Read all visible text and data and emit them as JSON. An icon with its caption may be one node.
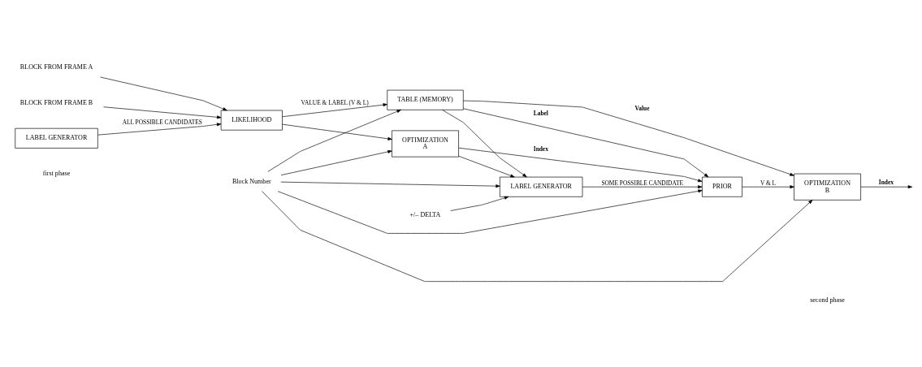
{
  "diagram": {
    "nodes": [
      {
        "text": [
          "BLOCK FROM FRAME A"
        ]
      },
      {
        "text": [
          "BLOCK FROM FRAME B"
        ]
      },
      {
        "text": [
          "LIKELIHOOD"
        ]
      },
      {
        "text": [
          "LABEL GENERATOR"
        ]
      },
      {
        "text": [
          "TABLE (MEMORY)"
        ]
      },
      {
        "text": [
          "OPTIMIZATION",
          "A"
        ]
      },
      {
        "text": [
          "PRIOR"
        ]
      },
      {
        "text": [
          "LABEL GENERATOR"
        ]
      },
      {
        "text": [
          "OPTIMIZATION",
          "B"
        ]
      },
      {
        "text": [
          "Block Number"
        ]
      },
      {
        "text": [
          "+/– DELTA"
        ]
      }
    ],
    "edges": [
      {
        "from": 0,
        "to": 2,
        "arrow": "to"
      },
      {
        "from": 1,
        "to": 2,
        "arrow": "to"
      },
      {
        "from": 3,
        "to": 2,
        "arrow": "to",
        "label": "ALL POSSIBLE CANDIDATES"
      },
      {
        "from": 2,
        "to": 4,
        "arrow": "to",
        "label": "VALUE & LABEL (V & L)"
      },
      {
        "from": 2,
        "to": 5,
        "arrow": "to"
      },
      {
        "from": 9,
        "to": 4,
        "arrow": "to"
      },
      {
        "from": 9,
        "to": 5,
        "arrow": "to"
      },
      {
        "from": 4,
        "to": 8,
        "arrow": "to",
        "label": "Value"
      },
      {
        "from": 4,
        "to": 6,
        "arrow": "to",
        "label": "Label"
      },
      {
        "from": 4,
        "to": 7,
        "arrow": "to"
      },
      {
        "from": 5,
        "to": 6,
        "arrow": "to",
        "label": "Index"
      },
      {
        "from": 5,
        "to": 7,
        "arrow": "to"
      },
      {
        "from": 9,
        "to": 6,
        "arrow": "to"
      },
      {
        "from": 9,
        "to": 7,
        "arrow": "to"
      },
      {
        "from": 10,
        "to": 7,
        "arrow": "to"
      },
      {
        "from": 7,
        "to": 6,
        "arrow": "to",
        "label": "SOME POSSIBLE CANDIDATE"
      },
      {
        "from": 6,
        "to": 8,
        "arrow": "to",
        "label": "V & L"
      },
      {
        "from": 9,
        "to": 8,
        "arrow": "to"
      },
      {
        "from": 8,
        "to": null,
        "arrow": "to",
        "label": "Index"
      }
    ],
    "labels": [
      "first phase",
      "second phase"
    ]
  }
}
